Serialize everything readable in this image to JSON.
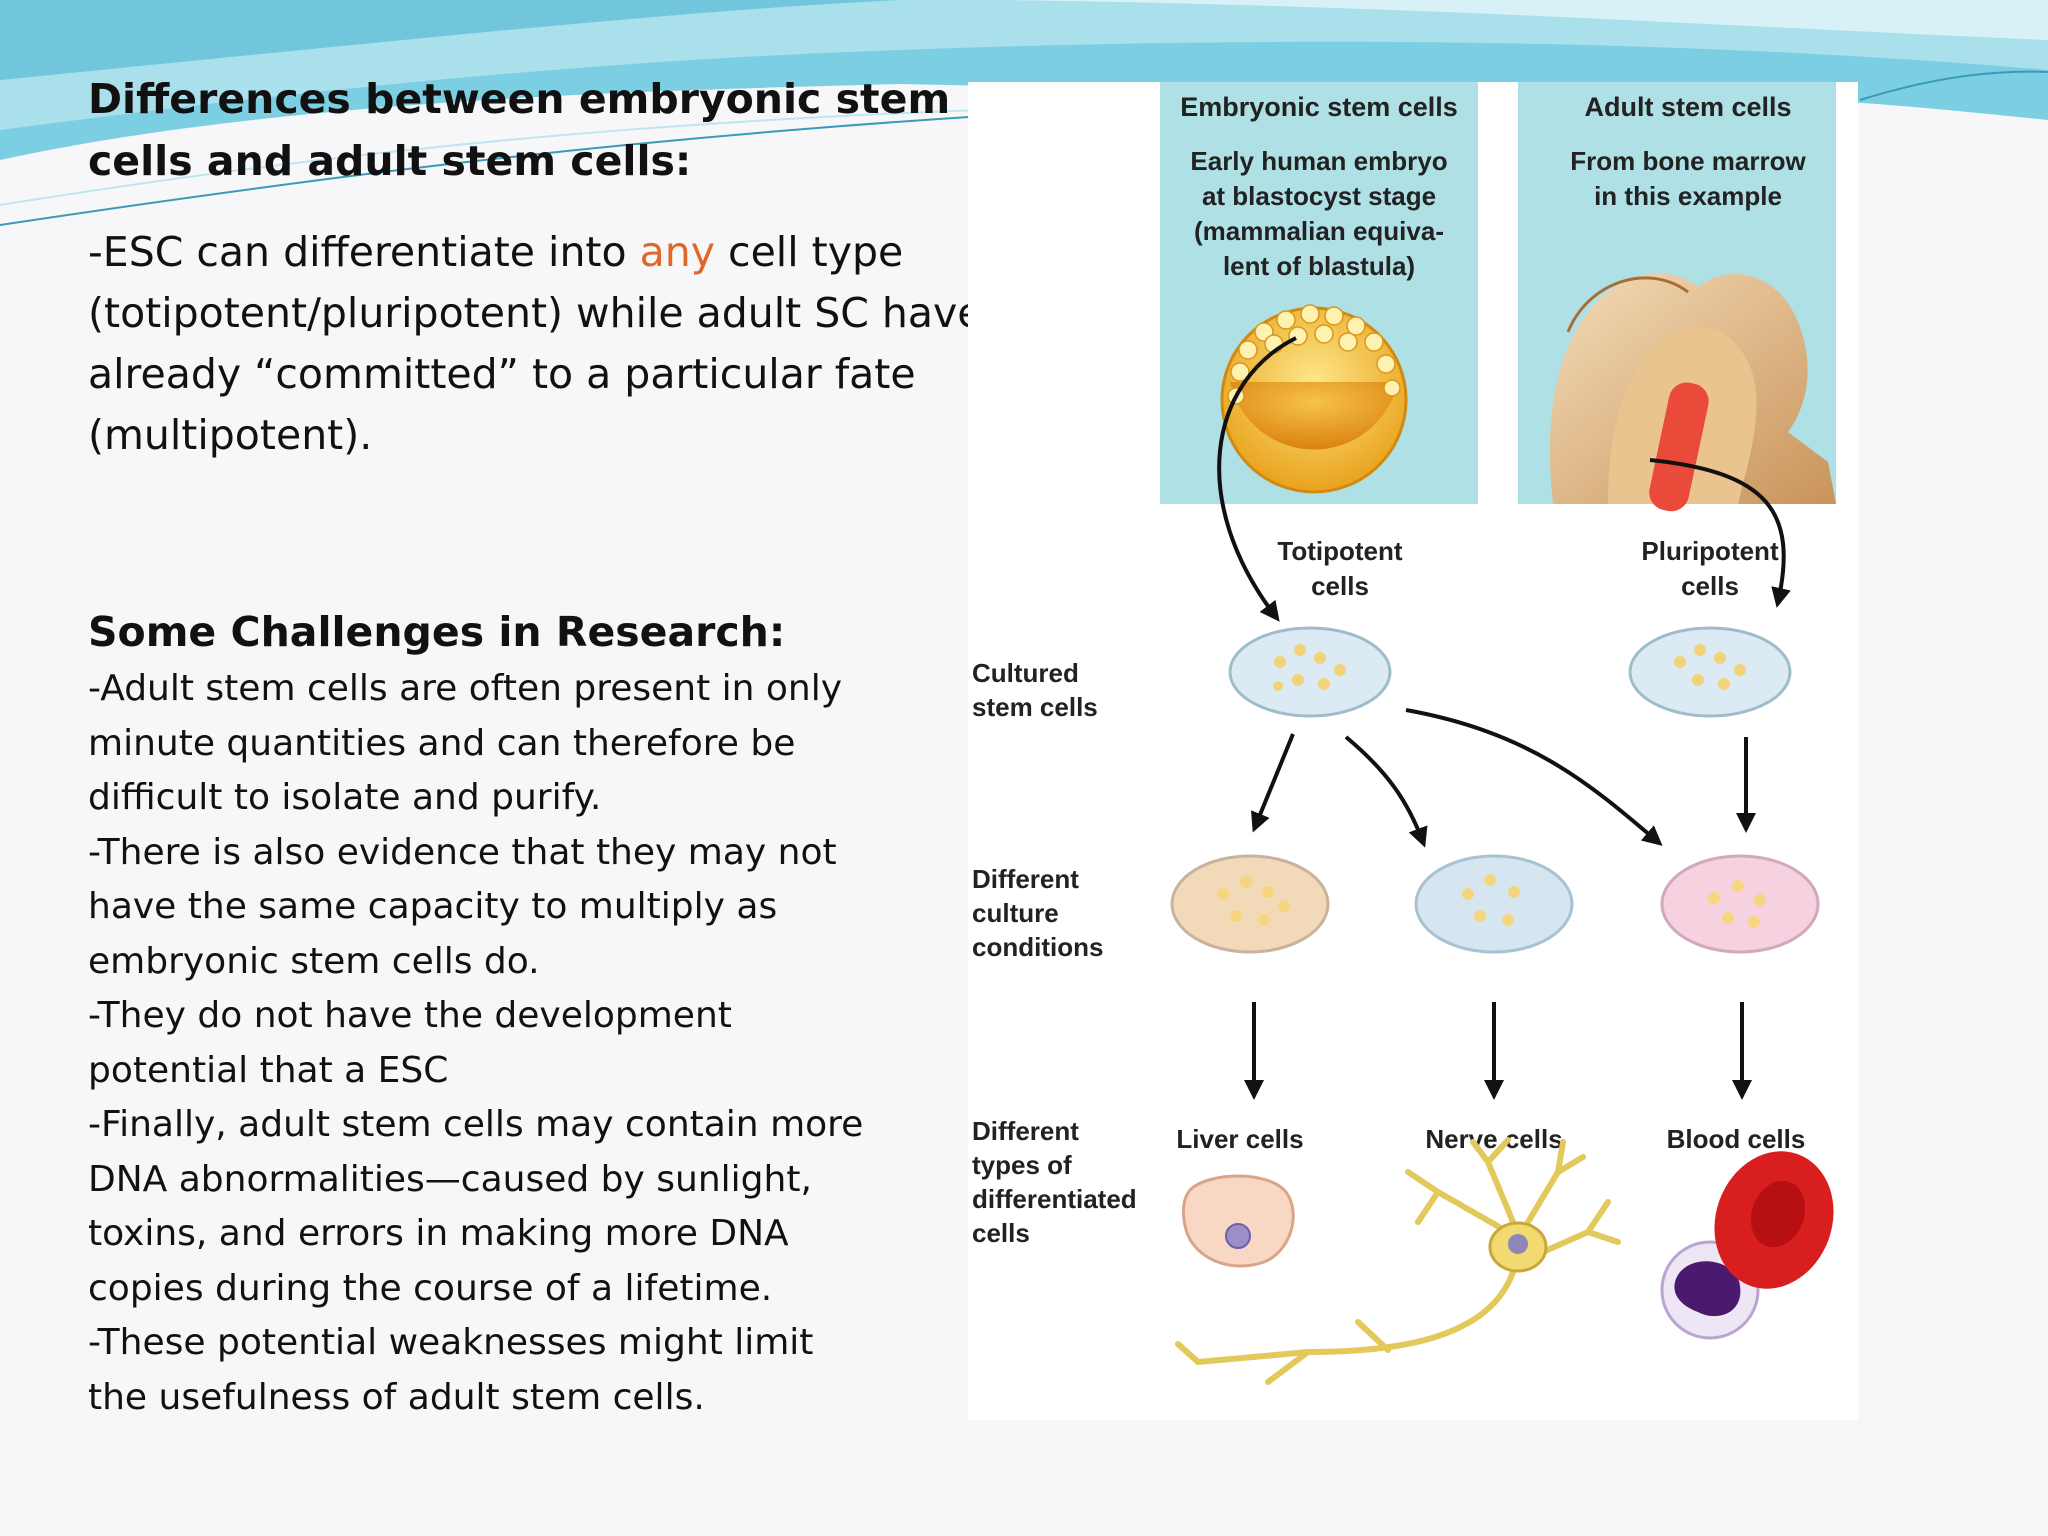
{
  "slide": {
    "heading1": "Differences between embryonic stem cells and adult stem cells:",
    "para1": {
      "before": "-ESC can differentiate into ",
      "accent": "any",
      "after": " cell type (totipotent/pluripotent) while adult SC have already “committed” to a particular fate (multipotent)."
    },
    "heading2": "Some Challenges in Research:",
    "lines": [
      "-Adult stem cells are often present in only",
      "minute quantities and can therefore be",
      "difficult to isolate and purify.",
      "-There is also evidence that they may not",
      "have the same capacity to multiply as",
      "embryonic stem cells do.",
      "-They do not have the development",
      "potential that a ESC",
      "-Finally, adult stem cells may contain more",
      "DNA abnormalities—caused by sunlight,",
      "toxins, and errors in making more DNA",
      "copies during the course of a lifetime.",
      "-These potential weaknesses might limit",
      "the usefulness of adult stem cells."
    ],
    "colors": {
      "accent": "#e0662a",
      "banner": "#6cc6dc",
      "panel": "#aee0e6"
    }
  },
  "diagram": {
    "esc_title": "Embryonic stem cells",
    "esc_desc": [
      "Early human embryo",
      "at blastocyst stage",
      "(mammalian equiva-",
      "lent of blastula)"
    ],
    "asc_title": "Adult stem cells",
    "asc_desc": [
      "From bone marrow",
      "in this example"
    ],
    "totipotent": [
      "Totipotent",
      "cells"
    ],
    "pluripotent": [
      "Pluripotent",
      "cells"
    ],
    "row_cultured": [
      "Cultured",
      "stem cells"
    ],
    "row_conditions": [
      "Different",
      "culture",
      "conditions"
    ],
    "row_types": [
      "Different",
      "types of",
      "differentiated",
      "cells"
    ],
    "liver": "Liver cells",
    "nerve": "Nerve cells",
    "blood": "Blood cells"
  }
}
